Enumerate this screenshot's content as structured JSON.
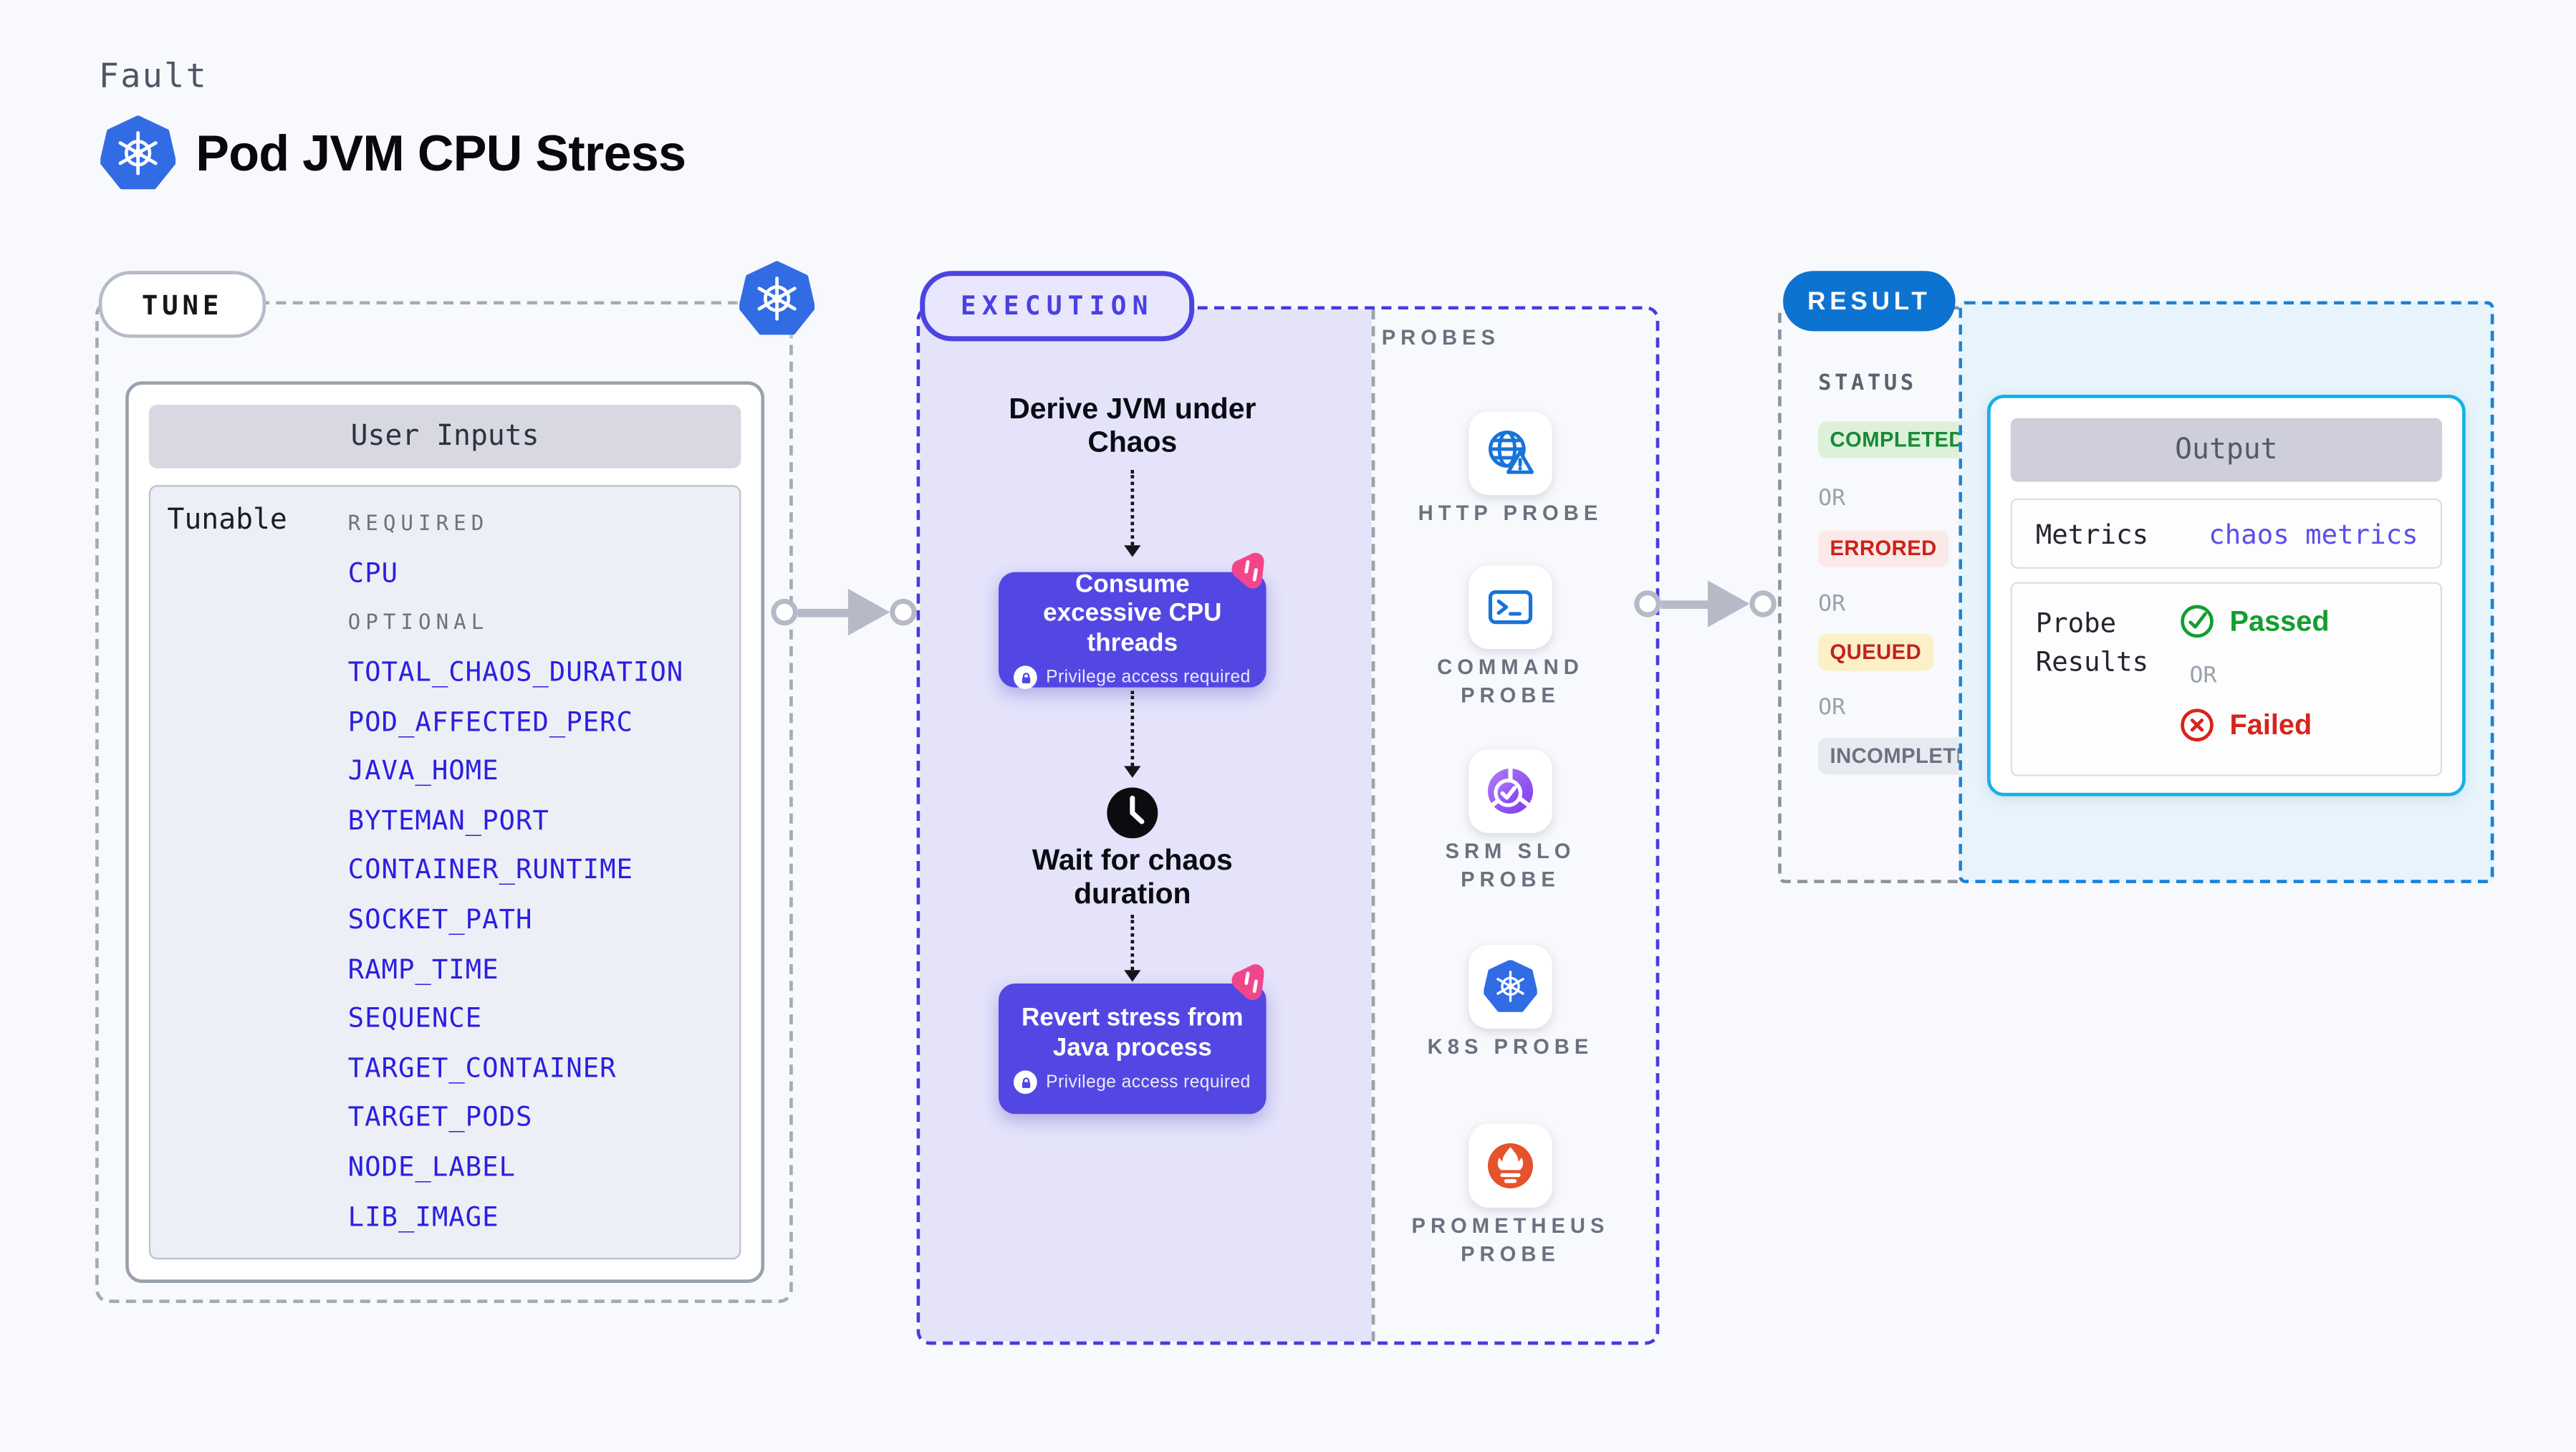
{
  "header": {
    "kicker": "Fault",
    "title": "Pod JVM CPU Stress"
  },
  "tune": {
    "badge": "TUNE",
    "card_title": "User Inputs",
    "row_label": "Tunable",
    "required_label": "REQUIRED",
    "optional_label": "OPTIONAL",
    "required_items": [
      "CPU"
    ],
    "optional_items": [
      "TOTAL_CHAOS_DURATION",
      "POD_AFFECTED_PERC",
      "JAVA_HOME",
      "BYTEMAN_PORT",
      "CONTAINER_RUNTIME",
      "SOCKET_PATH",
      "RAMP_TIME",
      "SEQUENCE",
      "TARGET_CONTAINER",
      "TARGET_PODS",
      "NODE_LABEL",
      "LIB_IMAGE"
    ]
  },
  "execution": {
    "badge": "EXECUTION",
    "derive_step": "Derive JVM under Chaos",
    "stress_step": "Consume excessive CPU threads",
    "privilege_note": "Privilege access required",
    "wait_step": "Wait for chaos duration",
    "revert_step": "Revert stress from Java process"
  },
  "probes": {
    "label": "PROBES",
    "items": [
      {
        "label": "HTTP PROBE",
        "icon": "globe-alert-icon"
      },
      {
        "label": "COMMAND PROBE",
        "icon": "terminal-icon"
      },
      {
        "label": "SRM SLO PROBE",
        "icon": "slo-pie-check-icon"
      },
      {
        "label": "K8S PROBE",
        "icon": "kubernetes-icon"
      },
      {
        "label": "PROMETHEUS PROBE",
        "icon": "prometheus-icon"
      }
    ]
  },
  "result": {
    "badge": "RESULT",
    "status_label": "STATUS",
    "or_label": "OR",
    "statuses": [
      "COMPLETED",
      "ERRORED",
      "QUEUED",
      "INCOMPLETED"
    ],
    "output": {
      "title": "Output",
      "metrics_label": "Metrics",
      "metrics_value": "chaos metrics",
      "probe_results_label": "Probe Results",
      "passed_label": "Passed",
      "failed_label": "Failed"
    }
  },
  "colors": {
    "accent_indigo": "#5347e4",
    "execution_border": "#453cdf",
    "tunable_item_blue": "#2b1fe0",
    "kubernetes_blue": "#326ce5",
    "probe_icon_blue": "#1774d8",
    "srm_purple": "#8b4ff0",
    "prometheus_orange": "#e6522c",
    "result_badge_blue": "#0d73d0",
    "output_border_cyan": "#16b0e7",
    "passed_green": "#129e2d",
    "failed_red": "#d8241b",
    "chaos_pink": "#f2458b"
  }
}
